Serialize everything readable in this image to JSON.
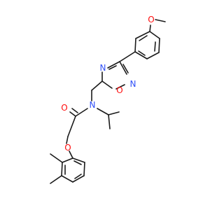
{
  "molecule": {
    "colors": {
      "bond": "#1a1a1a",
      "oxygen": "#ff0d0d",
      "nitrogen": "#3050f8",
      "background": "#ffffff"
    },
    "atoms": {
      "methoxy_o": "O",
      "oxadiazole_n_top": "N",
      "oxadiazole_n_right": "N",
      "oxadiazole_o": "O",
      "amide_n": "N",
      "carbonyl_o": "O",
      "ether_o": "O"
    }
  }
}
